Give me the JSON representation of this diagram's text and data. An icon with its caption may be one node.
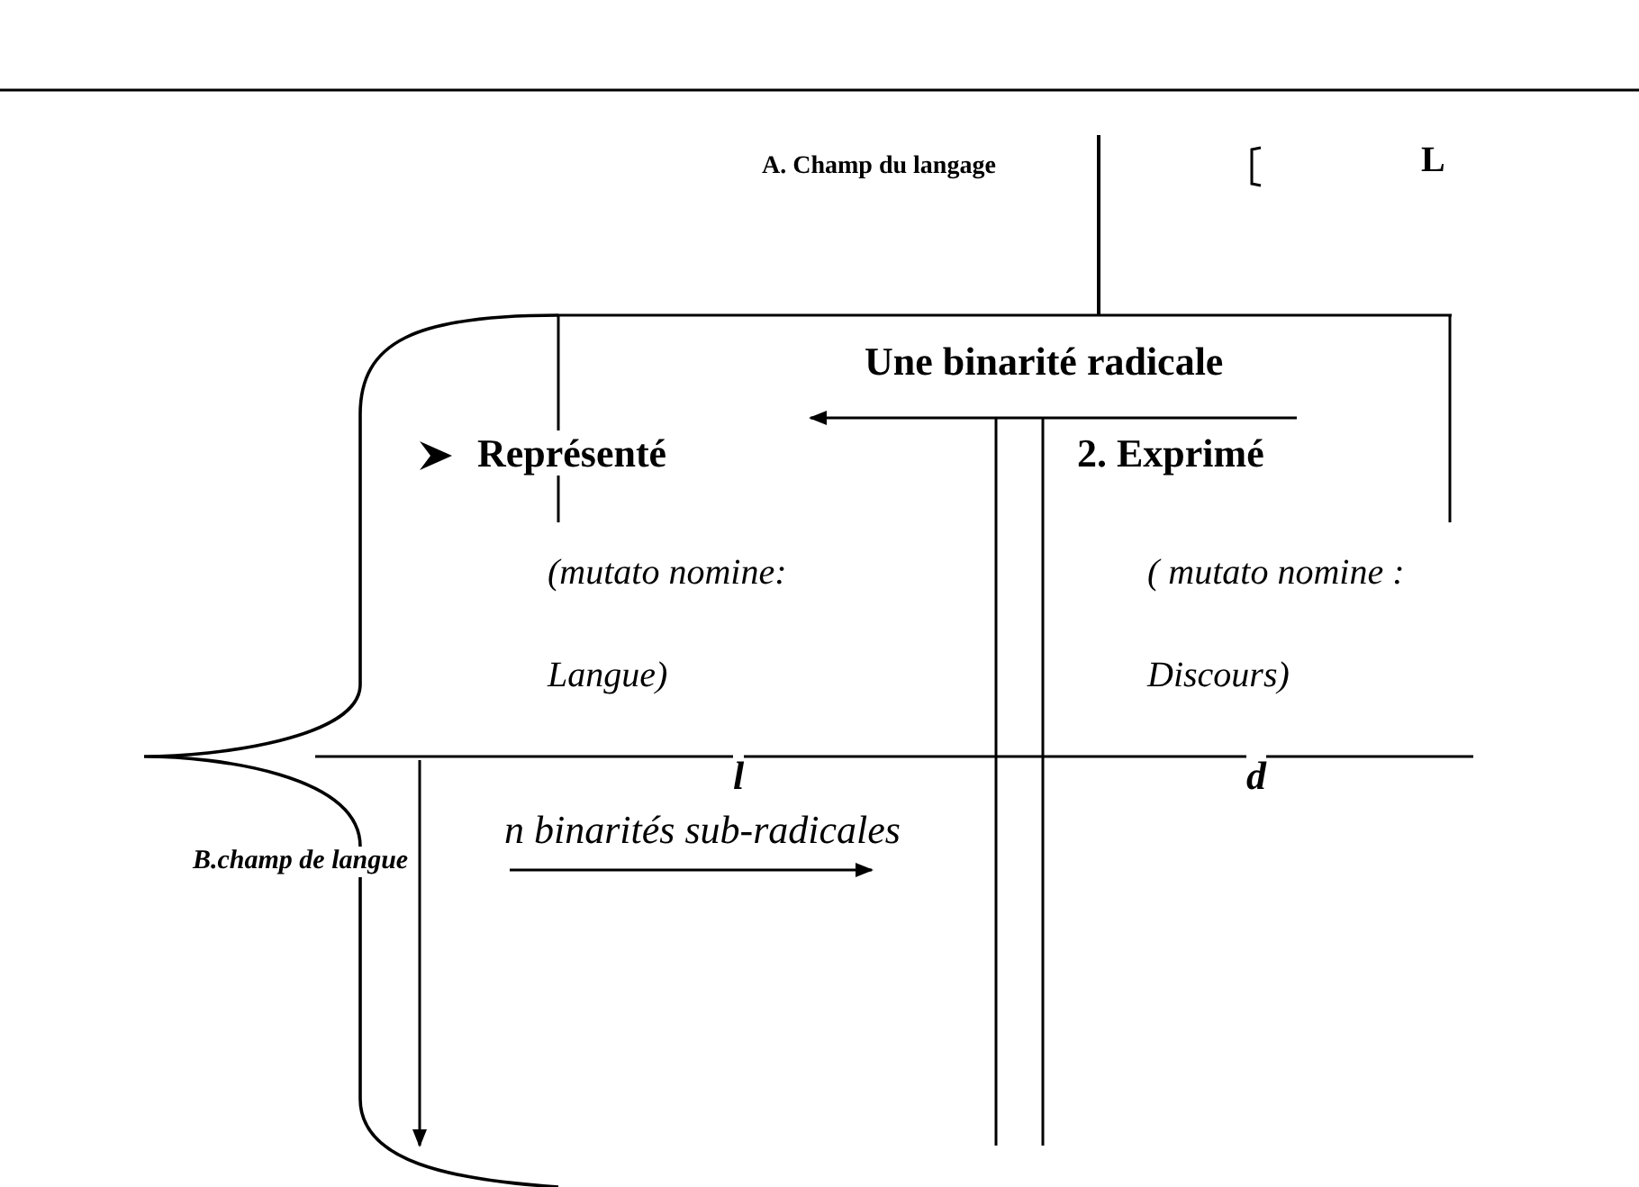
{
  "diagram": {
    "labels": [
      "A. Champ du langage",
      "L",
      "Une binarité radicale",
      "Représenté",
      "2. Exprimé",
      "(mutato nomine: Langue)",
      "( mutato nomine : Discours)",
      "l",
      "d",
      "B.champ de langue",
      "n binarités sub-radicales"
    ]
  }
}
